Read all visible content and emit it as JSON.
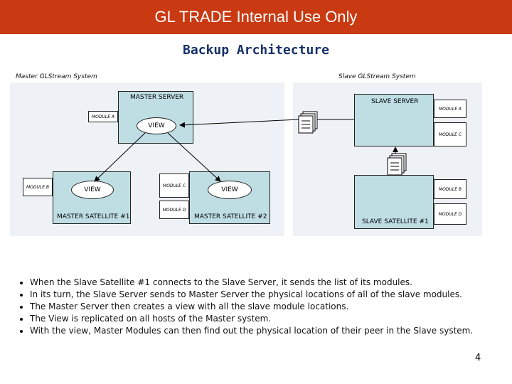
{
  "banner": {
    "text": "GL TRADE Internal Use Only",
    "color": "#c93a12"
  },
  "slide": {
    "title": "Backup Architecture",
    "page_number": "4"
  },
  "diagram": {
    "master_system_label": "Master GLStream System",
    "slave_system_label": "Slave GLStream System",
    "master_server": {
      "label": "MASTER SERVER",
      "module_a": "MODULE A",
      "view": "VIEW"
    },
    "slave_server": {
      "label": "SLAVE SERVER",
      "module_a": "MODULE A",
      "module_c": "MODULE C"
    },
    "master_satellite_1": {
      "label": "MASTER SATELLITE #1",
      "module_b": "MODULE B",
      "view": "VIEW"
    },
    "master_satellite_2": {
      "label": "MASTER SATELLITE #2",
      "module_c": "MODULE C",
      "module_d": "MODULE D",
      "view": "VIEW"
    },
    "slave_satellite_1": {
      "label": "SLAVE SATELLITE #1",
      "module_b": "MODULE B",
      "module_d": "MODULE D"
    },
    "colors": {
      "box_fill": "#bfdee4",
      "panel_fill": "#eef1f5"
    }
  },
  "bullets": [
    "When the Slave Satellite #1 connects to the Slave Server, it sends the list of its modules.",
    "In its turn, the Slave Server sends to Master Server the physical locations of all of the slave modules.",
    "The Master Server then creates a view with all the slave module locations.",
    "The View is replicated on all hosts of the Master system.",
    "With the view, Master Modules can then find out the physical location of their peer in the Slave system."
  ]
}
